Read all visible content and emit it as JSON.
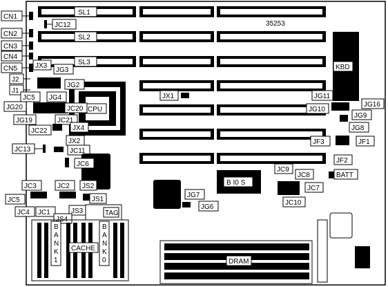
{
  "board": {
    "model": "35253",
    "connectors": {
      "cn1": "CN1",
      "cn2": "CN2",
      "cn3": "CN3",
      "cn4": "CN4",
      "cn5": "CN5",
      "j1": "J1",
      "j2": "J2"
    },
    "slots": {
      "sl1": "SL1",
      "sl2": "SL2",
      "sl3": "SL3"
    },
    "jumpers": {
      "jc12": "JC12",
      "jx3": "JX3",
      "jg3": "JG3",
      "jc5": "JC5",
      "jg2": "JG2",
      "jg4": "JG4",
      "jg20": "JG20",
      "jc20": "JC20",
      "jg19": "JG19",
      "jc21": "JC21",
      "jc22": "JC22",
      "jx4": "JX4",
      "jx2": "JX2",
      "jc13": "JC13",
      "jc11": "JC11",
      "jc6": "JC6",
      "jc3": "JC3",
      "jc2": "JC2",
      "js2": "JS2",
      "jc5b": "JC5",
      "jc4": "JC4",
      "jc1": "JC1",
      "js3": "JS3",
      "js1": "JS1",
      "js4": "JS4",
      "jx1": "JX1",
      "jg7": "JG7",
      "jg6": "JG6",
      "jg11": "JG11",
      "jg16": "JG16",
      "jg10": "JG10",
      "jg9": "JG9",
      "jg8": "JG8",
      "jf3": "JF3",
      "jf1": "JF1",
      "jf2": "JF2",
      "jc9": "JC9",
      "jc8": "JC8",
      "jc7": "JC7",
      "jc10": "JC10"
    },
    "components": {
      "cpu": "CPU",
      "kbd": "KBD",
      "bios": "B I0 S",
      "batt": "BATT",
      "tag": "TAG",
      "cache": "CACHE",
      "dram": "DRAM",
      "bank1": [
        "B",
        "A",
        "N",
        "K",
        "1"
      ],
      "bank0": [
        "B",
        "A",
        "N",
        "K",
        "0"
      ]
    }
  }
}
